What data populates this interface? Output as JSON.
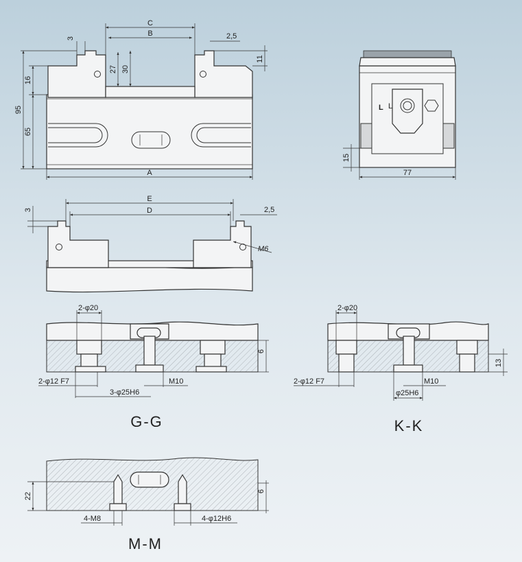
{
  "top_view": {
    "dim_C": "C",
    "dim_B": "B",
    "dim_A": "A",
    "dim_3": "3",
    "dim_2_5": "2,5",
    "dim_11": "11",
    "dim_16": "16",
    "dim_27": "27",
    "dim_30": "30",
    "dim_95": "95",
    "dim_65": "65"
  },
  "side_view": {
    "dim_15": "15",
    "dim_77": "77",
    "label_L1": "L",
    "label_L2": "L"
  },
  "front_view": {
    "dim_E": "E",
    "dim_D": "D",
    "dim_3": "3",
    "dim_2_5": "2,5",
    "dim_M6": "M6"
  },
  "section_gg": {
    "title": "G-G",
    "dim_2_d20": "2-φ20",
    "dim_2_d12": "2-φ12 F7",
    "dim_3_d25": "3-φ25H6",
    "dim_m10": "M10",
    "dim_6": "6"
  },
  "section_kk": {
    "title": "K-K",
    "dim_2_d20": "2-φ20",
    "dim_2_d12": "2-φ12 F7",
    "dim_d25": "φ25H6",
    "dim_m10": "M10",
    "dim_13": "13"
  },
  "section_mm": {
    "title": "M-M",
    "dim_22": "22",
    "dim_6": "6",
    "dim_4_m8": "4-M8",
    "dim_4_d12": "4-φ12H6"
  }
}
